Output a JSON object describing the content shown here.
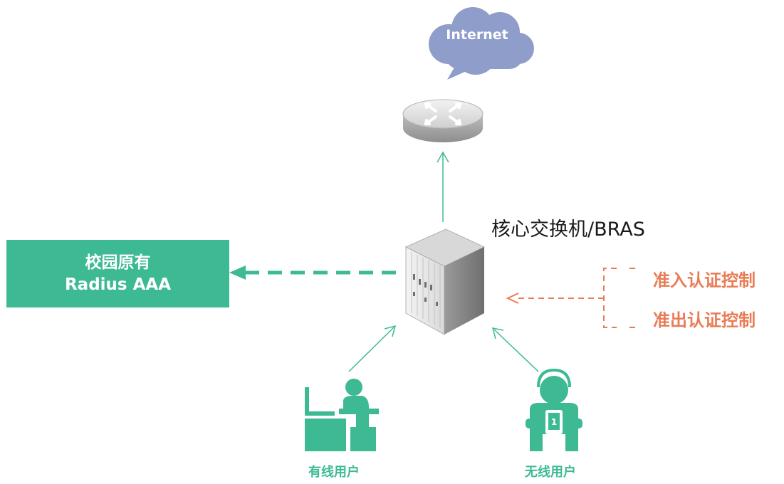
{
  "internet": {
    "label": "Internet"
  },
  "core_switch": {
    "label": "核心交换机/BRAS"
  },
  "aaa_server": {
    "line1": "校园原有",
    "line2": "Radius AAA"
  },
  "controls": {
    "admission": "准入认证控制",
    "exit": "准出认证控制"
  },
  "users": {
    "wired": "有线用户",
    "wireless": "无线用户"
  },
  "colors": {
    "accent_green": "#3dba94",
    "accent_orange": "#e97c56",
    "cloud": "#8f9dcb",
    "device_gray": "#c8c8c8"
  }
}
